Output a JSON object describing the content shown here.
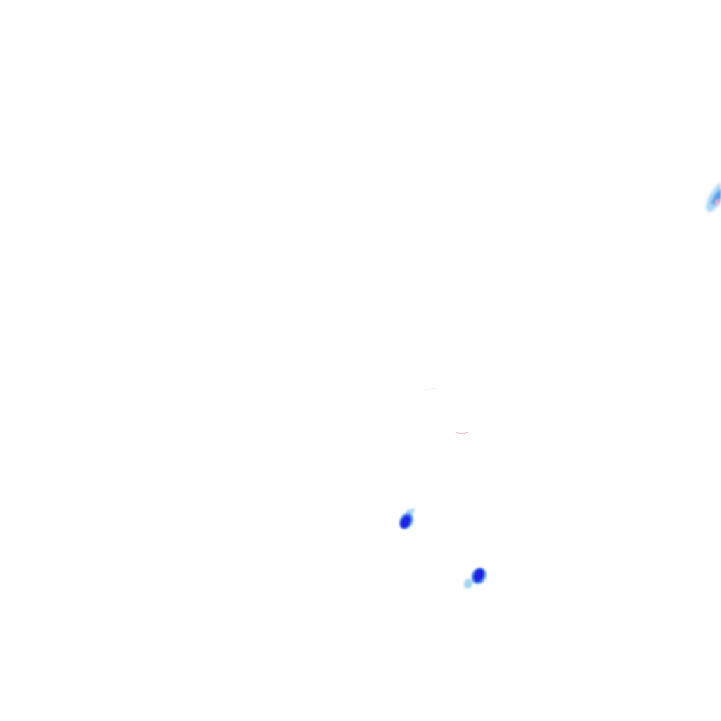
{
  "tile": {
    "background_color": "#ffffff"
  },
  "legend_colors": {
    "light_precipitation": "#a8d4f5",
    "moderate_precipitation": "#5a9cf0",
    "heavy_precipitation": "#1a22e0",
    "mixed_precipitation": "#f4a8b8"
  },
  "echoes": [
    {
      "name": "precip-echo-northeast",
      "intensity": "light-moderate-mixed"
    },
    {
      "name": "precip-echo-center",
      "intensity": "heavy"
    },
    {
      "name": "precip-echo-south",
      "intensity": "heavy"
    },
    {
      "name": "precip-trace-center",
      "intensity": "trace-mixed"
    }
  ]
}
